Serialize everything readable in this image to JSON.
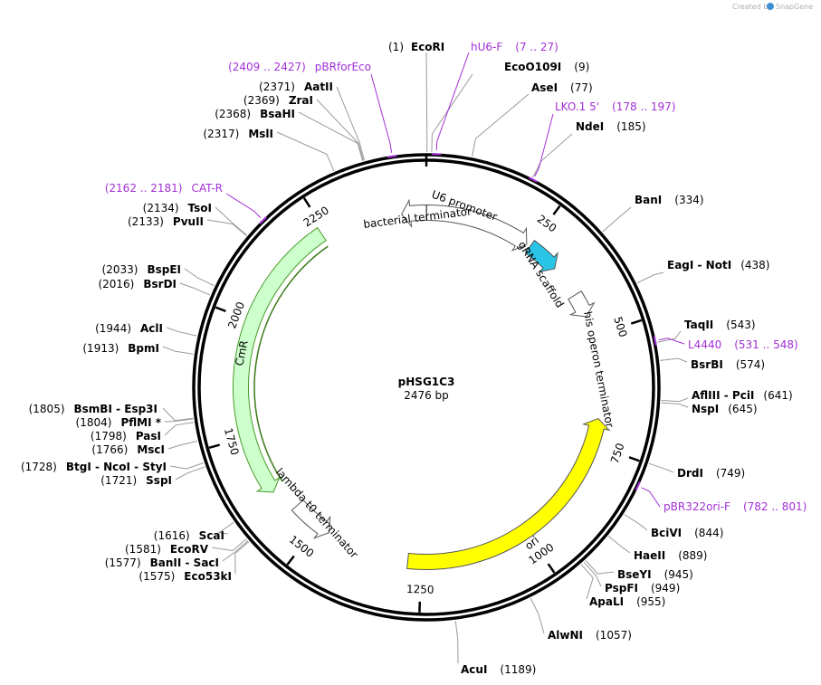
{
  "credit": {
    "prefix": "Created by",
    "brand": "SnapGene"
  },
  "plasmid": {
    "name": "pHSG1C3",
    "length_label": "2476 bp",
    "length": 2476
  },
  "ticks": [
    {
      "pos": 250,
      "label": "250"
    },
    {
      "pos": 500,
      "label": "500"
    },
    {
      "pos": 750,
      "label": "750"
    },
    {
      "pos": 1000,
      "label": "1000"
    },
    {
      "pos": 1250,
      "label": "1250"
    },
    {
      "pos": 1500,
      "label": "1500"
    },
    {
      "pos": 1750,
      "label": "1750"
    },
    {
      "pos": 2000,
      "label": "2000"
    },
    {
      "pos": 2250,
      "label": "2250"
    }
  ],
  "features": [
    {
      "name": "U6 promoter",
      "start": 1,
      "end": 241,
      "strand": 1,
      "color": "#ffffff"
    },
    {
      "name": "bacterial terminator",
      "start": 2420,
      "end": 2476,
      "strand": -1,
      "color": "#ffffff"
    },
    {
      "name": "gRNA scaffold",
      "start": 250,
      "end": 325,
      "strand": 1,
      "color": "#29c4e6"
    },
    {
      "name": "his operon terminator",
      "start": 400,
      "end": 455,
      "strand": 1,
      "color": "#ffffff"
    },
    {
      "name": "ori",
      "start": 690,
      "end": 1280,
      "strand": -1,
      "color": "#ffff00"
    },
    {
      "name": "lambda t0 terminator",
      "start": 1470,
      "end": 1565,
      "strand": -1,
      "color": "#ffffff"
    },
    {
      "name": "CmR",
      "start": 1620,
      "end": 2240,
      "strand": -1,
      "color": "#ccffcc"
    }
  ],
  "enzymes": [
    {
      "name": "EcoRI",
      "pos_label": "(1)"
    },
    {
      "name": "EcoO109I",
      "pos_label": "(9)"
    },
    {
      "name": "AseI",
      "pos_label": "(77)"
    },
    {
      "name": "NdeI",
      "pos_label": "(185)"
    },
    {
      "name": "BanI",
      "pos_label": "(334)"
    },
    {
      "name": "EagI  -  NotI",
      "pos_label": "(438)"
    },
    {
      "name": "TaqII",
      "pos_label": "(543)"
    },
    {
      "name": "BsrBI",
      "pos_label": "(574)"
    },
    {
      "name": "AflIII  -  PciI",
      "pos_label": "(641)"
    },
    {
      "name": "NspI",
      "pos_label": "(645)"
    },
    {
      "name": "DrdI",
      "pos_label": "(749)"
    },
    {
      "name": "BciVI",
      "pos_label": "(844)"
    },
    {
      "name": "HaeII",
      "pos_label": "(889)"
    },
    {
      "name": "BseYI",
      "pos_label": "(945)"
    },
    {
      "name": "PspFI",
      "pos_label": "(949)"
    },
    {
      "name": "ApaLI",
      "pos_label": "(955)"
    },
    {
      "name": "AlwNI",
      "pos_label": "(1057)"
    },
    {
      "name": "AcuI",
      "pos_label": "(1189)"
    },
    {
      "name": "ScaI",
      "pos_label": "(1616)"
    },
    {
      "name": "EcoRV",
      "pos_label": "(1581)"
    },
    {
      "name": "BanII  -  SacI",
      "pos_label": "(1577)"
    },
    {
      "name": "Eco53kI",
      "pos_label": "(1575)"
    },
    {
      "name": "BtgI  -  NcoI  -  StyI",
      "pos_label": "(1728)"
    },
    {
      "name": "SspI",
      "pos_label": "(1721)"
    },
    {
      "name": "MscI",
      "pos_label": "(1766)"
    },
    {
      "name": "PasI",
      "pos_label": "(1798)"
    },
    {
      "name": "PflMI *",
      "pos_label": "(1804)"
    },
    {
      "name": "BsmBI  -  Esp3I",
      "pos_label": "(1805)"
    },
    {
      "name": "BpmI",
      "pos_label": "(1913)"
    },
    {
      "name": "AclI",
      "pos_label": "(1944)"
    },
    {
      "name": "BsrDI",
      "pos_label": "(2016)"
    },
    {
      "name": "BspEI",
      "pos_label": "(2033)"
    },
    {
      "name": "PvuII",
      "pos_label": "(2133)"
    },
    {
      "name": "TsoI",
      "pos_label": "(2134)"
    },
    {
      "name": "MslI",
      "pos_label": "(2317)"
    },
    {
      "name": "BsaHI",
      "pos_label": "(2368)"
    },
    {
      "name": "ZraI",
      "pos_label": "(2369)"
    },
    {
      "name": "AatII",
      "pos_label": "(2371)"
    }
  ],
  "primers": [
    {
      "name": "hU6-F",
      "range": "(7 .. 27)"
    },
    {
      "name": "LKO.1 5'",
      "range": "(178 .. 197)"
    },
    {
      "name": "L4440",
      "range": "(531 .. 548)"
    },
    {
      "name": "pBR322ori-F",
      "range": "(782 .. 801)"
    },
    {
      "name": "CAT-R",
      "range": "(2162 .. 2181)"
    },
    {
      "name": "pBRforEco",
      "range": "(2409 .. 2427)"
    }
  ]
}
